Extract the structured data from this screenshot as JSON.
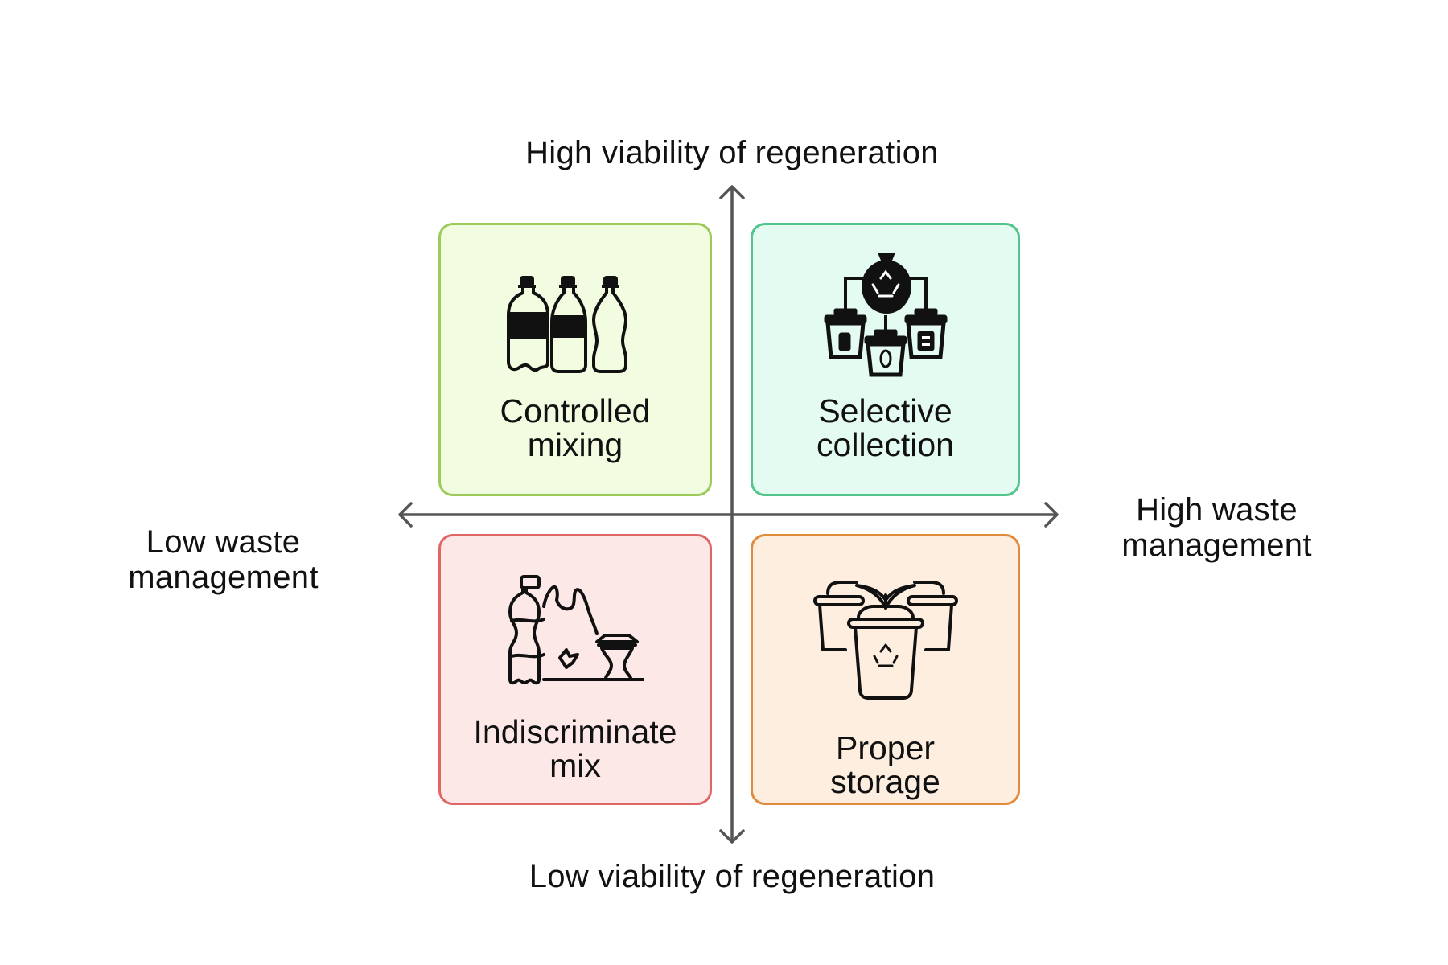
{
  "axes": {
    "top_label": "High viability of regeneration",
    "bottom_label": "Low viability of regeneration",
    "left_label": [
      "Low waste",
      "management"
    ],
    "right_label": [
      "High waste",
      "management"
    ],
    "axis_color": "#555555"
  },
  "quadrants": [
    {
      "id": "top-left",
      "label": [
        "Controlled",
        "mixing"
      ],
      "icon": "bottles-icon",
      "fill": "#F1FCE0",
      "border": "#9CCB5A"
    },
    {
      "id": "top-right",
      "label": [
        "Selective",
        "collection"
      ],
      "icon": "recycling-sorting-bins-icon",
      "fill": "#E4FBF1",
      "border": "#52C48C"
    },
    {
      "id": "bottom-left",
      "label": [
        "Indiscriminate",
        "mix"
      ],
      "icon": "mixed-trash-icon",
      "fill": "#FDE8E8",
      "border": "#E06666"
    },
    {
      "id": "bottom-right",
      "label": [
        "Proper",
        "storage"
      ],
      "icon": "recycle-bins-storage-icon",
      "fill": "#FDEEE0",
      "border": "#E08B3C"
    }
  ]
}
